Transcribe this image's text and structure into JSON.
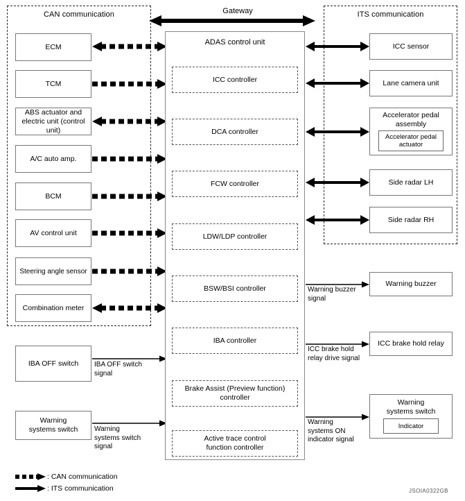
{
  "diagram": {
    "image_id": "JSOIA0322GB",
    "gateway_label": "Gateway",
    "groups": {
      "can": {
        "title": "CAN communication"
      },
      "its": {
        "title": "ITS communication"
      }
    },
    "can_units": [
      {
        "label": "ECM",
        "link": "can-bidirectional"
      },
      {
        "label": "TCM",
        "link": "can-to-adas"
      },
      {
        "label": "ABS actuator and\nelectric unit (control unit)",
        "link": "can-bidirectional"
      },
      {
        "label": "A/C auto amp.",
        "link": "can-to-adas"
      },
      {
        "label": "BCM",
        "link": "can-to-adas"
      },
      {
        "label": "AV control unit",
        "link": "can-to-adas"
      },
      {
        "label": "Steering angle sensor",
        "link": "can-to-adas"
      },
      {
        "label": "Combination meter",
        "link": "can-bidirectional"
      }
    ],
    "switch_units": [
      {
        "label": "IBA OFF switch",
        "signal": "IBA OFF switch\nsignal"
      },
      {
        "label": "Warning\nsystems switch",
        "signal": "Warning\nsystems switch\nsignal"
      }
    ],
    "adas": {
      "title": "ADAS control unit",
      "controllers": [
        {
          "label": "ICC controller"
        },
        {
          "label": "DCA controller"
        },
        {
          "label": "FCW controller"
        },
        {
          "label": "LDW/LDP controller"
        },
        {
          "label": "BSW/BSI controller"
        },
        {
          "label": "IBA controller"
        },
        {
          "label": "Brake Assist (Preview function)\ncontroller"
        },
        {
          "label": "Active trace control\nfunction controller"
        }
      ]
    },
    "its_units": [
      {
        "label": "ICC sensor",
        "link": "its-bidirectional"
      },
      {
        "label": "Lane camera unit",
        "link": "its-bidirectional"
      },
      {
        "label": "Accelerator pedal\nassembly",
        "inner": "Accelerator pedal\nactuator",
        "link": "its-bidirectional"
      },
      {
        "label": "Side radar LH",
        "link": "its-bidirectional"
      },
      {
        "label": "Side radar RH",
        "link": "its-bidirectional"
      }
    ],
    "output_units": [
      {
        "label": "Warning buzzer",
        "signal": "Warning buzzer\nsignal"
      },
      {
        "label": "ICC brake hold relay",
        "signal": "ICC brake hold\nrelay drive signal"
      },
      {
        "label": "Warning\nsystems switch",
        "inner": "Indicator",
        "signal": "Warning\nsystems ON\nindicator signal"
      }
    ],
    "legend": [
      {
        "type": "can-dashed-arrow",
        "text": ": CAN communication"
      },
      {
        "type": "its-solid-arrow",
        "text": ": ITS communication"
      }
    ]
  }
}
